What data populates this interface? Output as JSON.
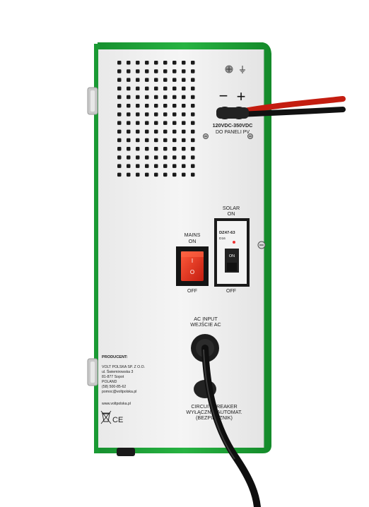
{
  "panel": {
    "dc_polarity_minus": "−",
    "dc_polarity_plus": "+",
    "dc_range": "120VDC-350VDC",
    "dc_destination": "DO PANELI PV",
    "solar_label_1": "SOLAR",
    "solar_label_2": "ON",
    "breaker_model": "DZ47-63",
    "breaker_rating": "D16",
    "breaker_on": "ON",
    "solar_off": "OFF",
    "mains_label_1": "MAINS",
    "mains_label_2": "ON",
    "mains_off": "OFF",
    "rocker_on_symbol": "I",
    "rocker_off_symbol": "O",
    "ac_input_1": "AC INPUT",
    "ac_input_2": "WEJŚCIE AC",
    "circuit_1": "CIRCUIT BREAKER",
    "circuit_2": "WYŁĄCZNIK AUTOMAT.",
    "circuit_3": "(BEZPIECZNIK)"
  },
  "producer": {
    "heading": "PRODUCENT:",
    "line1": "VOLT POLSKA SP. Z O.O.",
    "line2": "ul. Świemirowska 3",
    "line3": "81-877 Sopot",
    "line4": "POLAND",
    "line5": "(58) 500-85-62",
    "line6": "pomoc@voltpolska.pl",
    "website": "www.voltpolska.pl",
    "marks": "CE"
  },
  "colors": {
    "case_green": "#1fa53a",
    "panel_grey": "#f1f1f1",
    "switch_red": "#e8321f",
    "cable_red": "#d11a12",
    "cable_black": "#111111"
  }
}
